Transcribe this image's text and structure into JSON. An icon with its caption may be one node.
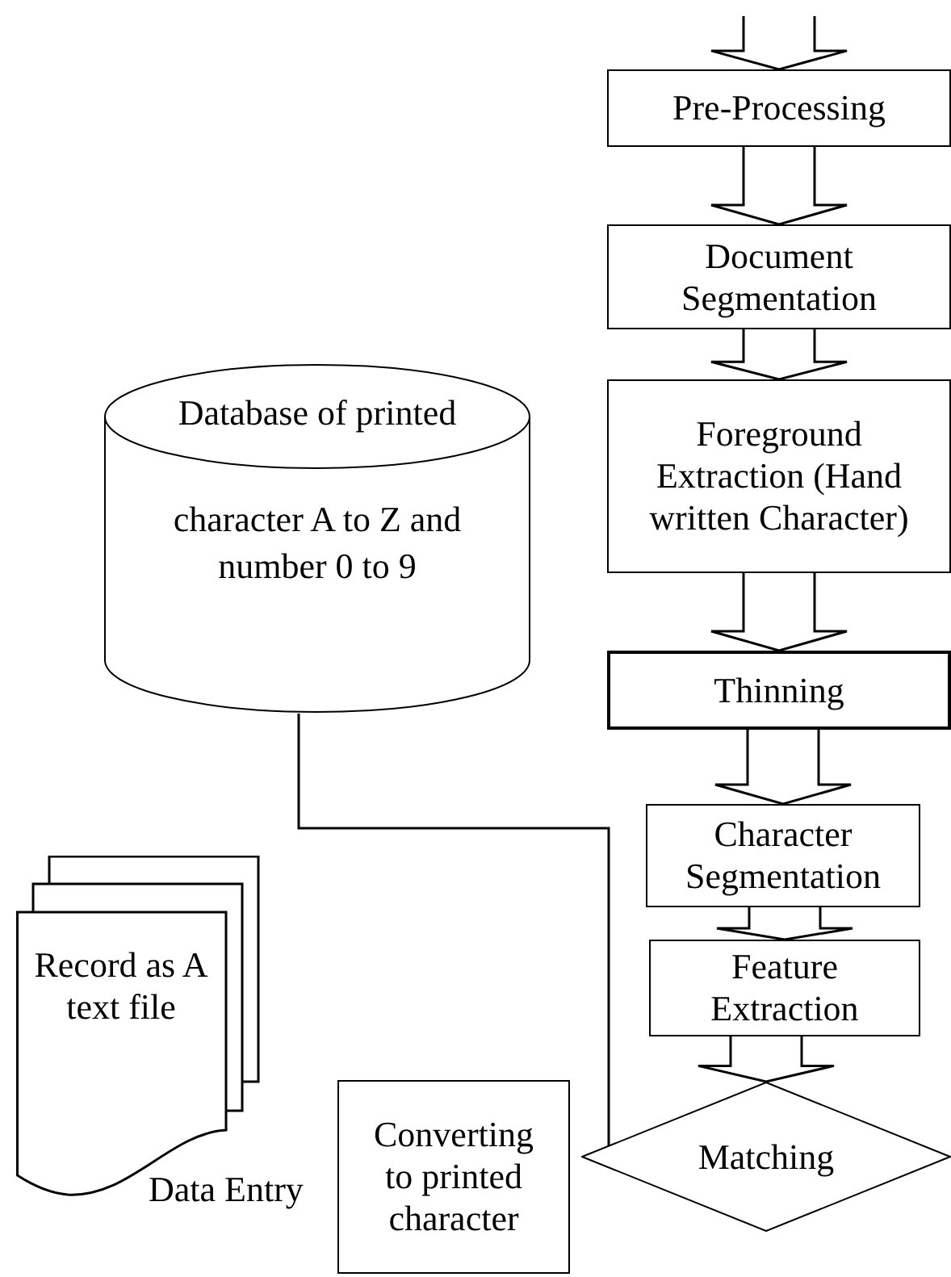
{
  "diagram": {
    "nodes": [
      {
        "text": [
          "Pre-Processing"
        ]
      },
      {
        "text": [
          "Document Segmentation"
        ]
      },
      {
        "text": [
          "Foreground Extraction (Hand written Character)"
        ]
      },
      {
        "text": [
          "Thinning"
        ]
      },
      {
        "text": [
          "Character Segmentation"
        ]
      },
      {
        "text": [
          "Feature Extraction"
        ]
      },
      {
        "text": [
          "Matching"
        ]
      },
      {
        "text": [
          "Database of printed",
          "character A to Z and number 0 to 9"
        ]
      },
      {
        "text": [
          "Converting to printed character"
        ]
      },
      {
        "text": [
          "Record as A text file"
        ]
      }
    ],
    "edges": [
      {
        "from": null,
        "to": 0,
        "arrow": "to"
      },
      {
        "from": 0,
        "to": 1,
        "arrow": "to"
      },
      {
        "from": 1,
        "to": 2,
        "arrow": "to"
      },
      {
        "from": 2,
        "to": 3,
        "arrow": "to"
      },
      {
        "from": 3,
        "to": 4,
        "arrow": "to"
      },
      {
        "from": 4,
        "to": 5,
        "arrow": "to"
      },
      {
        "from": 5,
        "to": 6,
        "arrow": "to"
      },
      {
        "from": 7,
        "to": 6,
        "arrow": "none"
      }
    ],
    "labels": [
      "Data Entry"
    ]
  }
}
